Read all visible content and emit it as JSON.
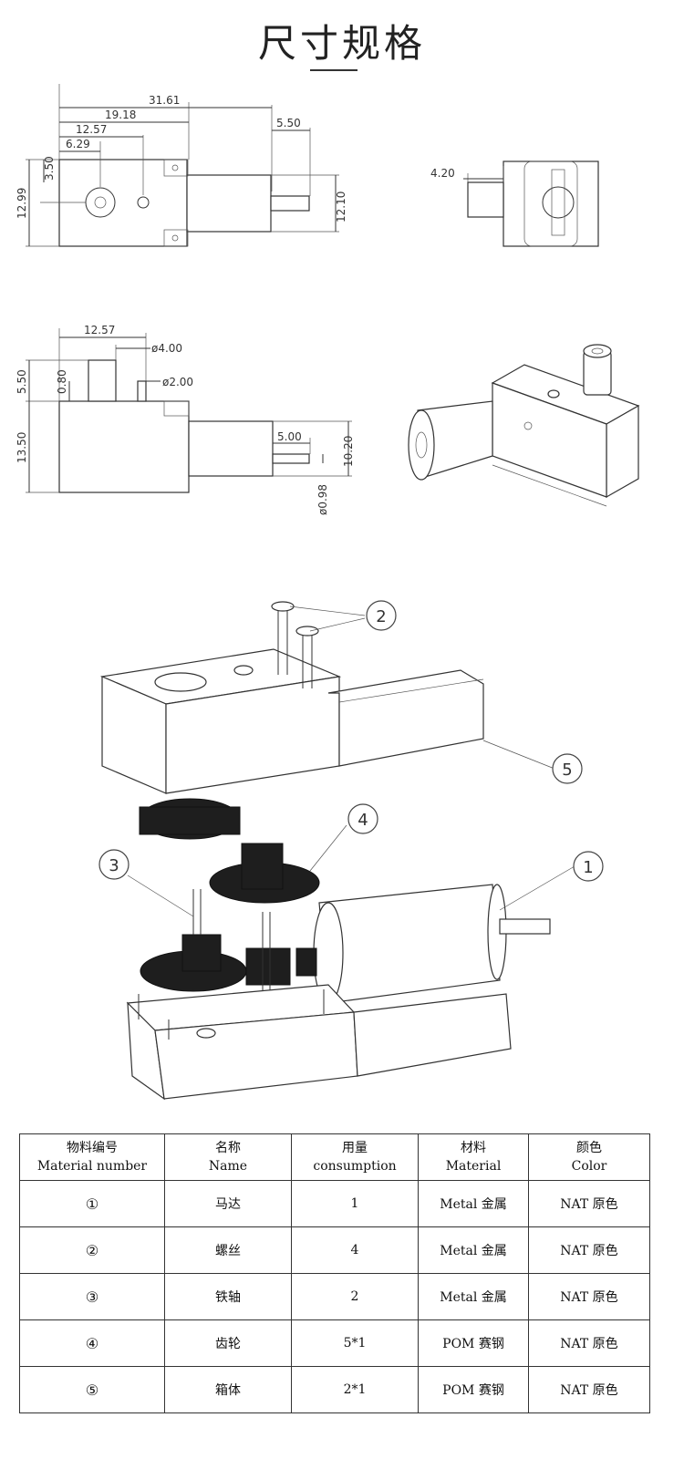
{
  "page": {
    "title": "尺寸规格"
  },
  "dimensions": {
    "front_view": {
      "overall_length": "31.61",
      "gearbox_length": "19.18",
      "output_shaft_offset": "12.57",
      "hole_offset": "6.29",
      "motor_shaft_length": "5.50",
      "hole_from_top": "3.50",
      "gearbox_height": "12.99",
      "motor_height": "12.10"
    },
    "end_view": {
      "flat_width": "4.20"
    },
    "side_view": {
      "shaft_offset": "12.57",
      "shaft_diameter": "ø4.00",
      "pin_diameter": "ø2.00",
      "shaft_height": "5.50",
      "pin_height": "0.80",
      "body_height": "13.50",
      "motor_shaft_length": "5.00",
      "motor_height": "10.20",
      "motor_shaft_diameter": "ø0.98"
    }
  },
  "callouts": [
    "1",
    "2",
    "3",
    "4",
    "5"
  ],
  "bom": {
    "headers": [
      {
        "cn": "物料编号",
        "en": "Material number"
      },
      {
        "cn": "名称",
        "en": "Name"
      },
      {
        "cn": "用量",
        "en": "consumption"
      },
      {
        "cn": "材料",
        "en": "Material"
      },
      {
        "cn": "颜色",
        "en": "Color"
      }
    ],
    "rows": [
      {
        "no": "①",
        "name": "马达",
        "qty": "1",
        "material": "Metal 金属",
        "color": "NAT 原色"
      },
      {
        "no": "②",
        "name": "螺丝",
        "qty": "4",
        "material": "Metal 金属",
        "color": "NAT 原色"
      },
      {
        "no": "③",
        "name": "铁轴",
        "qty": "2",
        "material": "Metal 金属",
        "color": "NAT 原色"
      },
      {
        "no": "④",
        "name": "齿轮",
        "qty": "5*1",
        "material": "POM 赛钢",
        "color": "NAT 原色"
      },
      {
        "no": "⑤",
        "name": "箱体",
        "qty": "2*1",
        "material": "POM 赛钢",
        "color": "NAT 原色"
      }
    ]
  }
}
